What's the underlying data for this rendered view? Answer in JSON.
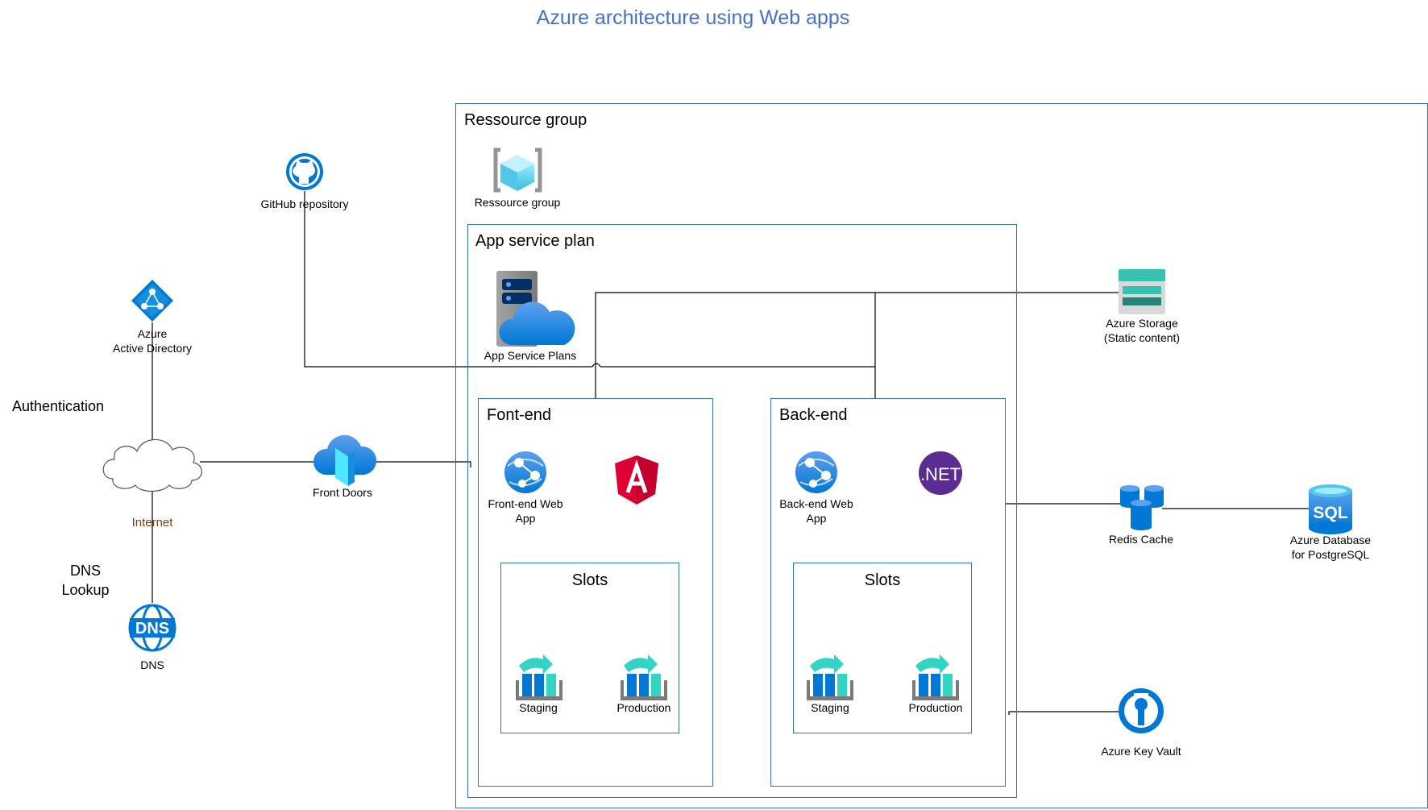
{
  "title": "Azure architecture using Web apps",
  "groups": {
    "resource_group": "Ressource group",
    "app_service_plan": "App service plan",
    "front_end": "Font-end",
    "back_end": "Back-end",
    "slots_front": "Slots",
    "slots_back": "Slots"
  },
  "labels": {
    "github": "GitHub repository",
    "resource_group_icon": "Ressource group",
    "app_service_plans": "App Service Plans",
    "aad": "Azure\nActive Directory",
    "authentication": "Authentication",
    "internet": "Internet",
    "dns_lookup": "DNS\nLookup",
    "dns": "DNS",
    "front_doors": "Front Doors",
    "front_web_app": "Front-end Web\nApp",
    "back_web_app": "Back-end Web\nApp",
    "staging_front": "Staging",
    "production_front": "Production",
    "staging_back": "Staging",
    "production_back": "Production",
    "azure_storage": "Azure Storage\n(Static content)",
    "redis": "Redis Cache",
    "sql": "Azure Database\nfor PostgreSQL",
    "key_vault": "Azure Key Vault",
    "dotnet": ".NET",
    "sql_badge": "SQL",
    "dns_badge": "DNS"
  },
  "colors": {
    "title": "#4472c4",
    "box_border": "#2e75b6",
    "azure_blue": "#0078d4",
    "angular": "#dd0031",
    "dotnet": "#5c2d91",
    "storage": "#37c2b1",
    "internet_text": "#833c0b"
  }
}
